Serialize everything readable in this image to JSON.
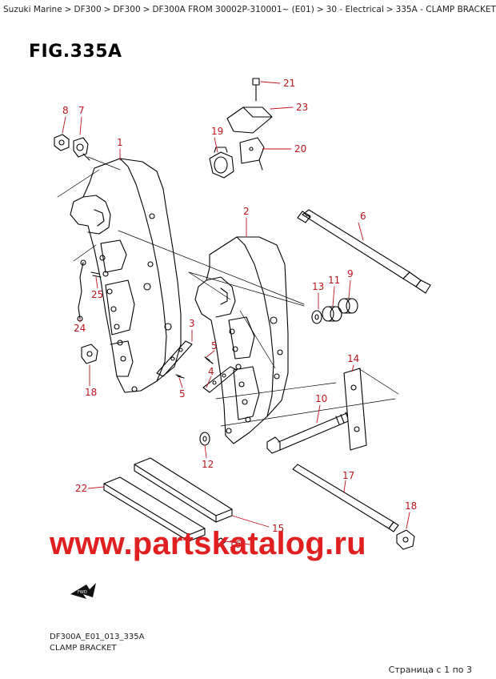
{
  "breadcrumb": {
    "items": [
      "Suzuki Marine",
      "DF300",
      "DF300",
      "DF300A FROM 30002P-310001~ (E01)",
      "30 - Electrical",
      "335A - CLAMP BRACKET"
    ],
    "separator": ">"
  },
  "figure": {
    "title": "FIG.335A",
    "code": "DF300A_E01_013_335A",
    "caption": "CLAMP BRACKET"
  },
  "callouts": [
    "1",
    "2",
    "3",
    "4",
    "5",
    "5",
    "6",
    "7",
    "8",
    "9",
    "10",
    "11",
    "12",
    "13",
    "14",
    "15",
    "16",
    "17",
    "18",
    "18",
    "19",
    "20",
    "21",
    "22",
    "23",
    "24",
    "25"
  ],
  "watermark": "www.partskatalog.ru",
  "fwd_icon": "FWD",
  "pager": "Страница с 1 по 3",
  "colors": {
    "callout": "#c0141c",
    "watermark": "#e02020",
    "line": "#000000"
  }
}
